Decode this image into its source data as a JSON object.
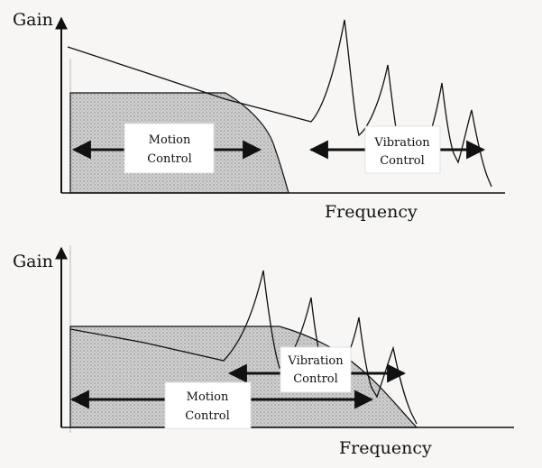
{
  "panels": [
    {
      "y_axis_label": "Gain",
      "x_axis_label": "Frequency",
      "motion_box": [
        "Motion",
        "Control"
      ],
      "vibration_box": [
        "Vibration",
        "Control"
      ]
    },
    {
      "y_axis_label": "Gain",
      "x_axis_label": "Frequency",
      "motion_box": [
        "Motion",
        "Control"
      ],
      "vibration_box": [
        "Vibration",
        "Control"
      ]
    }
  ],
  "colors": {
    "ink": "#111111",
    "shade": "#c9c9c9",
    "background": "#f7f6f4"
  }
}
